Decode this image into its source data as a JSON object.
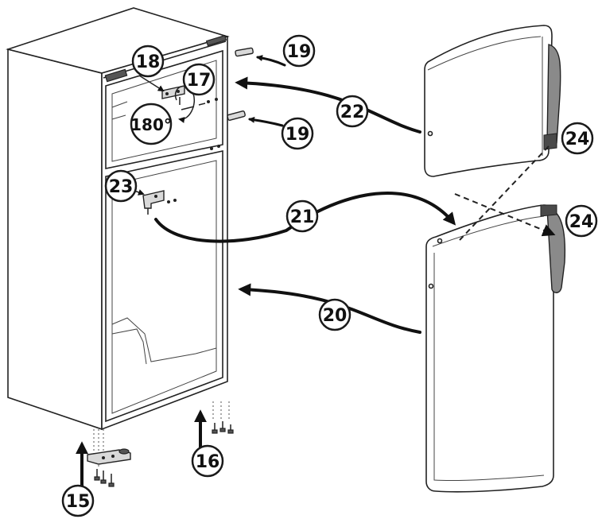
{
  "callouts": {
    "c15": "15",
    "c16": "16",
    "c17": "17",
    "c18": "18",
    "c19a": "19",
    "c19b": "19",
    "c20": "20",
    "c21": "21",
    "c22": "22",
    "c23": "23",
    "c24a": "24",
    "c24b": "24",
    "rotation": "180°"
  },
  "colors": {
    "line": "#222222",
    "background": "#ffffff",
    "handle": "#8a8a8a"
  }
}
